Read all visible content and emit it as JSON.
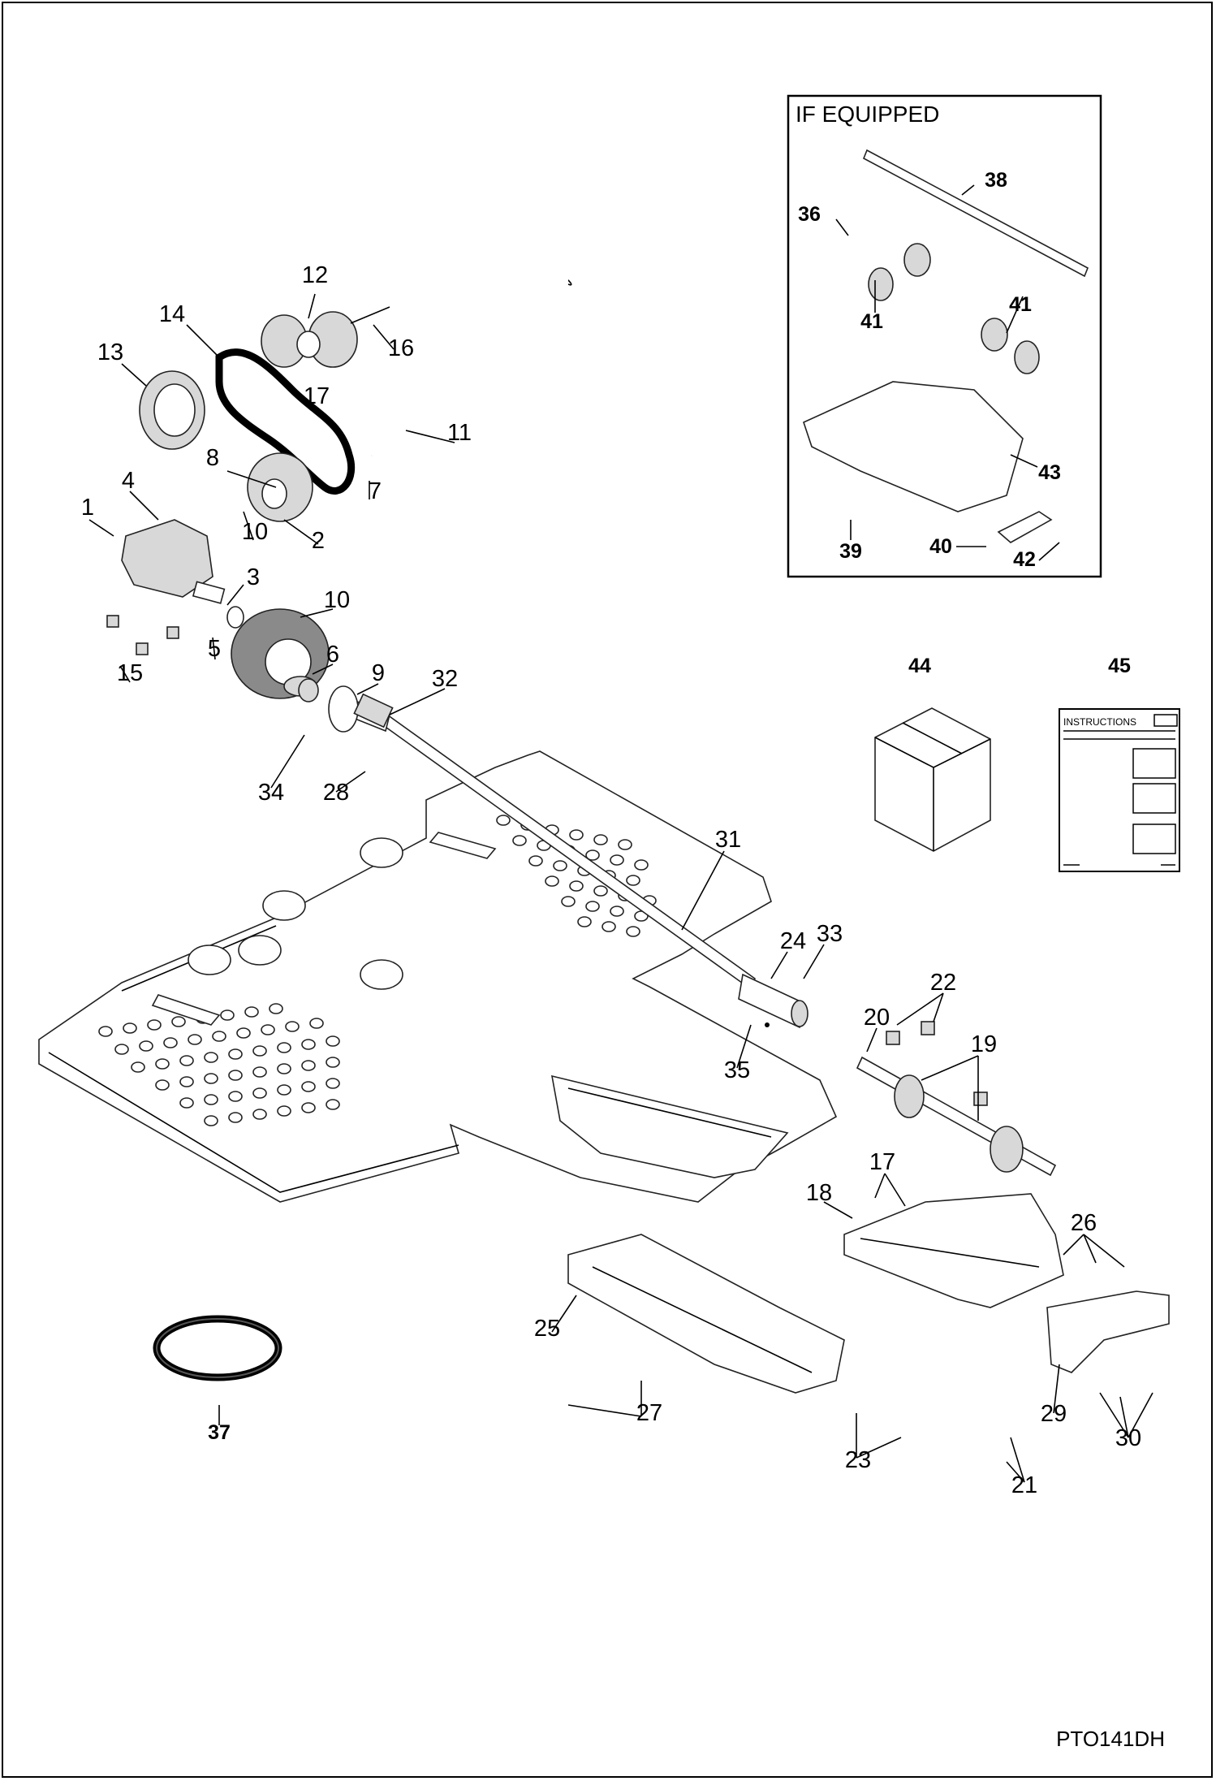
{
  "figure_code": "PTO141DH",
  "inset": {
    "title": "IF EQUIPPED",
    "labels": [
      "38",
      "36",
      "41",
      "41",
      "43",
      "39",
      "40",
      "42"
    ]
  },
  "kit_box": {
    "label": "44"
  },
  "instructions": {
    "label": "45",
    "text": "INSTRUCTIONS"
  },
  "callouts": [
    "12",
    "14",
    "13",
    "16",
    "17",
    "11",
    "8",
    "7",
    "4",
    "1",
    "10",
    "2",
    "3",
    "5",
    "10",
    "6",
    "15",
    "9",
    "32",
    "34",
    "28",
    "31",
    "24",
    "33",
    "35",
    "22",
    "20",
    "19",
    "17",
    "18",
    "26",
    "25",
    "27",
    "23",
    "29",
    "30",
    "21",
    "37"
  ]
}
